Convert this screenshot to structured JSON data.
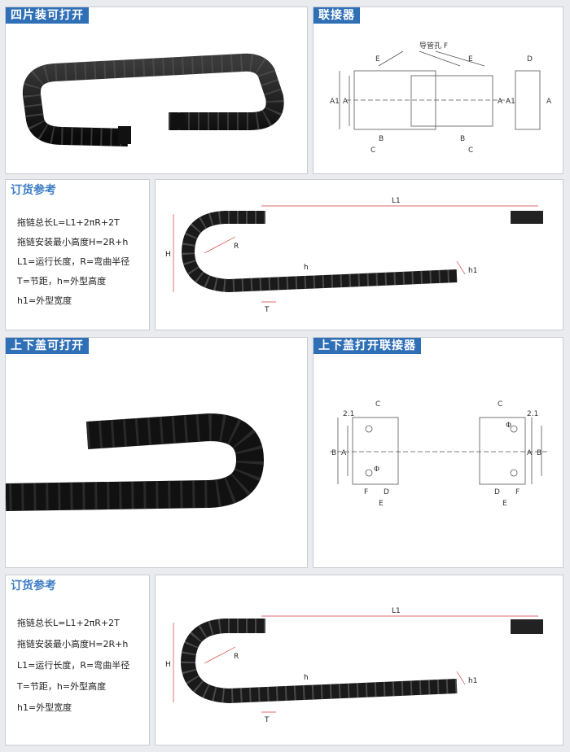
{
  "sections": {
    "split_open": {
      "title": "四片装可打开"
    },
    "connector": {
      "title": "联接器",
      "hole_label": "导管孔 F",
      "dims": {
        "e": "E",
        "d": "D",
        "a1": "A1",
        "a": "A",
        "b": "B",
        "c": "C"
      }
    },
    "top_bottom_open": {
      "title": "上下盖可打开"
    },
    "tb_connector": {
      "title": "上下盖打开联接器",
      "dims": {
        "c": "C",
        "a": "A",
        "b": "B",
        "d": "D",
        "e": "E",
        "f": "F",
        "phi": "Φ",
        "n21": "2.1"
      }
    }
  },
  "order": {
    "title": "订货参考",
    "lines": [
      "拖链总长L=L1+2πR+2T",
      "拖链安装最小高度H=2R+h",
      "L1=运行长度，R=弯曲半径",
      "T=节距，h=外型高度",
      "h1=外型宽度"
    ]
  },
  "diagram": {
    "l1": "L1",
    "h_total": "H",
    "r": "R",
    "t": "T",
    "h": "h",
    "h1": "h1"
  },
  "colors": {
    "header_bg": "#2f6fb6",
    "chain": "#1a1a1a",
    "dim_red": "#d23a3a",
    "order_title": "#3b7cc4"
  }
}
